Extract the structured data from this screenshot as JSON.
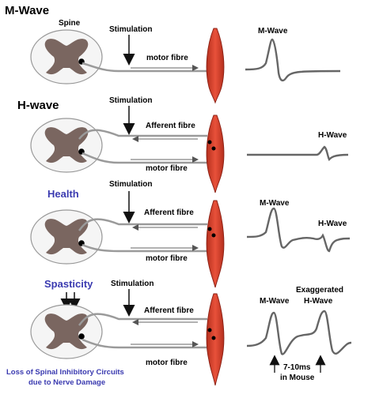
{
  "colors": {
    "muscle": "#d9402b",
    "muscle_dark": "#8e2216",
    "spinal_gray": "#7a6660",
    "nerve": "#9a9a9a",
    "wave": "#666666",
    "blue_text": "#3a3ab0"
  },
  "panels": [
    {
      "title": "M-Wave",
      "spine_label": "Spine",
      "stimulation": "Stimulation",
      "afferent": "",
      "motor": "motor fibre",
      "wave_labels": [
        "M-Wave"
      ]
    },
    {
      "title": "H-wave",
      "stimulation": "Stimulation",
      "afferent": "Afferent fibre",
      "motor": "motor fibre",
      "wave_labels": [
        "H-Wave"
      ]
    },
    {
      "title": "Health",
      "stimulation": "Stimulation",
      "afferent": "Afferent fibre",
      "motor": "motor fibre",
      "wave_labels": [
        "M-Wave",
        "H-Wave"
      ]
    },
    {
      "title": "Spasticity",
      "stimulation": "Stimulation",
      "afferent": "Afferent fibre",
      "motor": "motor fibre",
      "wave_labels": [
        "M-Wave",
        "Exaggerated",
        "H-Wave"
      ],
      "latency_lines": [
        "7-10ms",
        "in Mouse"
      ],
      "note_lines": [
        "Loss of Spinal Inhibitory Circuits",
        "due to Nerve Damage"
      ]
    }
  ]
}
